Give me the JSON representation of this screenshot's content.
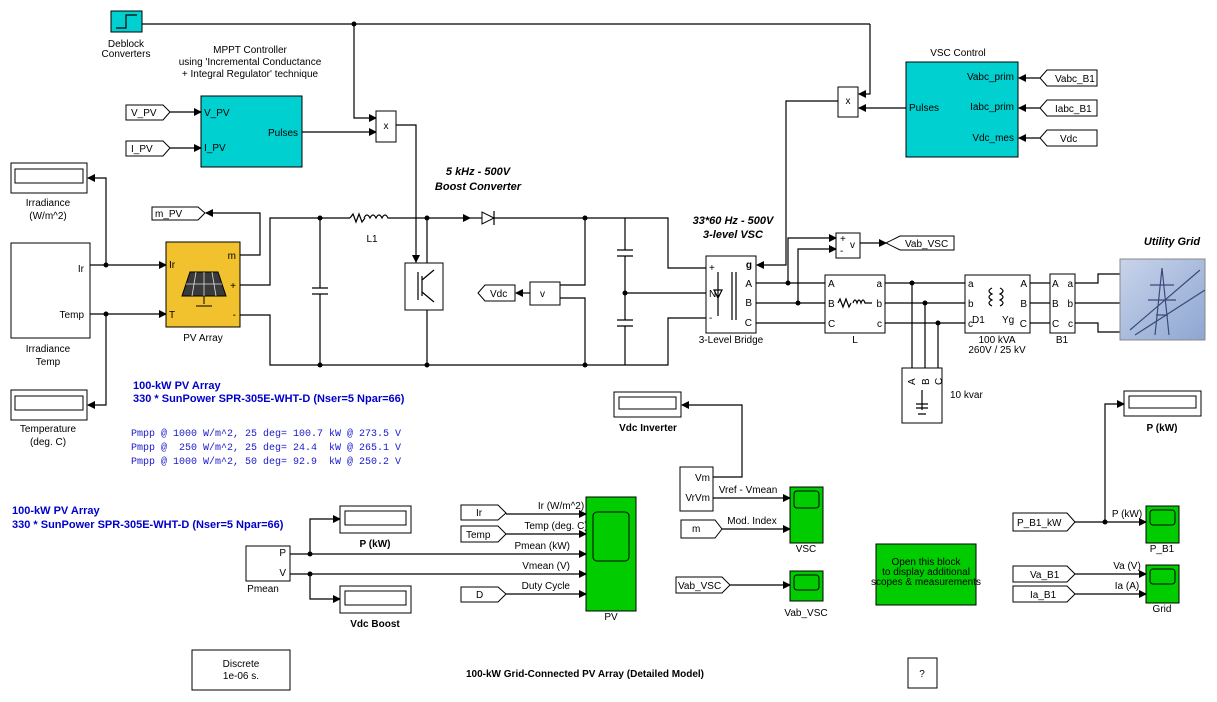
{
  "title": "100-kW Grid-Connected PV Array (Detailed Model)",
  "deblock": {
    "label1": "Deblock",
    "label2": "Converters"
  },
  "mppt": {
    "title1": "MPPT Controller",
    "title2": "using  'Incremental Conductance",
    "title3": "+ Integral Regulator'  technique",
    "in1": "V_PV",
    "in2": "I_PV",
    "out": "Pulses",
    "tag_v": "V_PV",
    "tag_i": "I_PV"
  },
  "mult1": "x",
  "mult2": "x",
  "irradiance_display": {
    "label1": "Irradiance",
    "label2": "(W/m^2)"
  },
  "temperature_display": {
    "label1": "Temperature",
    "label2": "(deg. C)"
  },
  "source": {
    "ir": "Ir",
    "temp": "Temp",
    "label1": "Irradiance",
    "label2": "Temp"
  },
  "pv_array": {
    "ir": "Ir",
    "t": "T",
    "m": "m",
    "plus": "+",
    "minus": "-",
    "label": "PV Array",
    "tag_m": "m_PV"
  },
  "boost": {
    "title1": "5 kHz - 500V",
    "title2": "Boost Converter",
    "inductor": "L1",
    "vdc_tag": "Vdc",
    "v": "v"
  },
  "vsc": {
    "title1": "33*60 Hz - 500V",
    "title2": "3-level VSC",
    "bridge_label": "3-Level Bridge",
    "ports_in": [
      "+",
      "N",
      "-"
    ],
    "g": "g",
    "ports_out": [
      "A",
      "B",
      "C"
    ],
    "vab_tag": "Vab_VSC",
    "v": "v"
  },
  "inductor_L": {
    "label": "L",
    "in": [
      "A",
      "B",
      "C"
    ],
    "out": [
      "a",
      "b",
      "c"
    ]
  },
  "transformer": {
    "label1": "100 kVA",
    "label2": "260V / 25 kV",
    "in": [
      "a",
      "b",
      "c"
    ],
    "out": [
      "A",
      "B",
      "C"
    ],
    "d1": "D1",
    "yg": "Yg"
  },
  "b1": {
    "label": "B1",
    "in": [
      "A",
      "B",
      "C"
    ],
    "out": [
      "a",
      "b",
      "c"
    ]
  },
  "grid": {
    "label": "Utility Grid"
  },
  "cap_bank": {
    "label": "10 kvar",
    "ports": [
      "A",
      "B",
      "C"
    ]
  },
  "vsc_control": {
    "title": "VSC Control",
    "in": [
      "Vabc_prim",
      "Iabc_prim",
      "Vdc_mes"
    ],
    "out": "Pulses",
    "tags": [
      "Vabc_B1",
      "Iabc_B1",
      "Vdc"
    ]
  },
  "pv_info": {
    "line1": "100-kW  PV Array",
    "line2": "330 * SunPower SPR-305E-WHT-D  (Nser=5 Npar=66)",
    "pmpp": [
      "Pmpp @ 1000 W/m^2, 25 deg= 100.7 kW @ 273.5 V",
      "Pmpp @  250 W/m^2, 25 deg= 24.4  kW @ 265.1 V",
      "Pmpp @ 1000 W/m^2, 50 deg= 92.9  kW @ 250.2 V"
    ]
  },
  "pv_info2": {
    "line1": "100-kW  PV Array",
    "line2": "330 * SunPower SPR-305E-WHT-D  (Nser=5 Npar=66)"
  },
  "pmean": {
    "label": "Pmean",
    "p": "P",
    "v": "V"
  },
  "displays": {
    "p_kw": "P (kW)",
    "vdc_boost": "Vdc Boost",
    "vdc_inverter": "Vdc Inverter",
    "p_kw_grid": "P (kW)"
  },
  "pv_scope": {
    "label": "PV",
    "tags": [
      "Ir",
      "Temp",
      "D"
    ],
    "signals": [
      "Ir (W/m^2)",
      "Temp (deg. C)",
      "Pmean  (kW)",
      "Vmean (V)",
      "Duty Cycle"
    ]
  },
  "vm_block": {
    "vm": "Vm",
    "vrvm": "VrVm"
  },
  "vsc_scope": {
    "label": "VSC",
    "signals": [
      "Vref - Vmean",
      "Mod. Index"
    ],
    "tag_m": "m"
  },
  "vab_scope": {
    "label": "Vab_VSC",
    "tag": "Vab_VSC"
  },
  "measure_block": {
    "line1": "Open this block",
    "line2": "to display additional",
    "line3": "scopes & measurements"
  },
  "pb1_scope": {
    "label": "P_B1",
    "tag": "P_B1_kW",
    "signal": "P (kW)"
  },
  "grid_scope": {
    "label": "Grid",
    "tags": [
      "Va_B1",
      "Ia_B1"
    ],
    "signals": [
      "Va (V)",
      "Ia (A)"
    ]
  },
  "powergui": {
    "line1": "Discrete",
    "line2": "1e-06 s."
  },
  "help": "?",
  "colors": {
    "cyan": "#00d0d0",
    "green": "#00cc00",
    "yellow": "#f2c12e",
    "blue_text": "#0000cc"
  }
}
